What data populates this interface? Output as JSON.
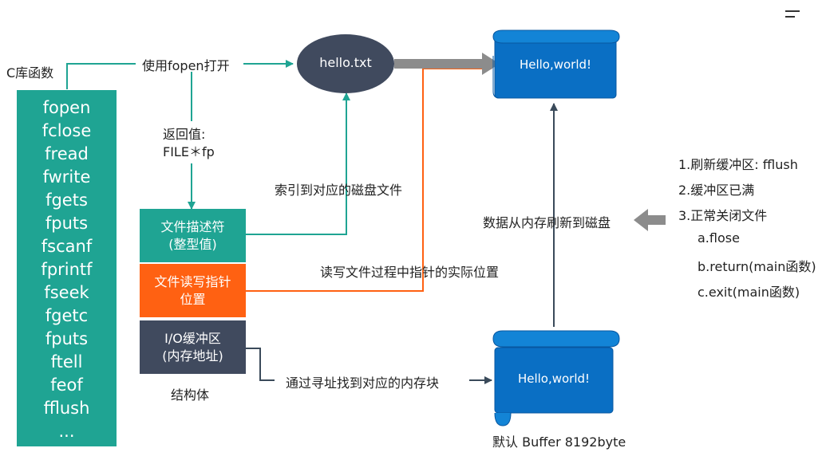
{
  "c_lib_label": "C库函数",
  "functions": [
    "fopen",
    "fclose",
    "fread",
    "fwrite",
    "fgets",
    "fputs",
    "fscanf",
    "fprintf",
    "fseek",
    "fgetc",
    "fputs",
    "ftell",
    "feof",
    "fflush",
    "..."
  ],
  "open_label": "使用fopen打开",
  "return_label_line1": "返回值:",
  "return_label_line2": "FILE＊fp",
  "file_node": "hello.txt",
  "disk_scroll_text": "Hello,world!",
  "buffer_scroll_text": "Hello,world!",
  "struct_fields": {
    "descriptor_line1": "文件描述符",
    "descriptor_line2": "(整型值)",
    "pointer_line1": "文件读写指针",
    "pointer_line2": "位置",
    "buffer_line1": "I/O缓冲区",
    "buffer_line2": "(内存地址)"
  },
  "struct_label": "结构体",
  "index_label": "索引到对应的磁盘文件",
  "rw_label": "读写文件过程中指针的实际位置",
  "addr_label": "通过寻址找到对应的内存块",
  "flush_label": "数据从内存刷新到磁盘",
  "buffer_caption": "默认 Buffer 8192byte",
  "flush_conditions": [
    "1.刷新缓冲区: fflush",
    "2.缓冲区已满",
    "3.正常关闭文件"
  ],
  "close_methods": [
    "a.flose",
    "b.return(main函数)",
    "c.exit(main函数)"
  ],
  "colors": {
    "teal": "#1fa493",
    "orange": "#ff6112",
    "slate": "#404a5e",
    "blue": "#0a6fc4",
    "arrow_dark": "#3a4a5a",
    "arrow_gray": "#8c8c8c"
  }
}
